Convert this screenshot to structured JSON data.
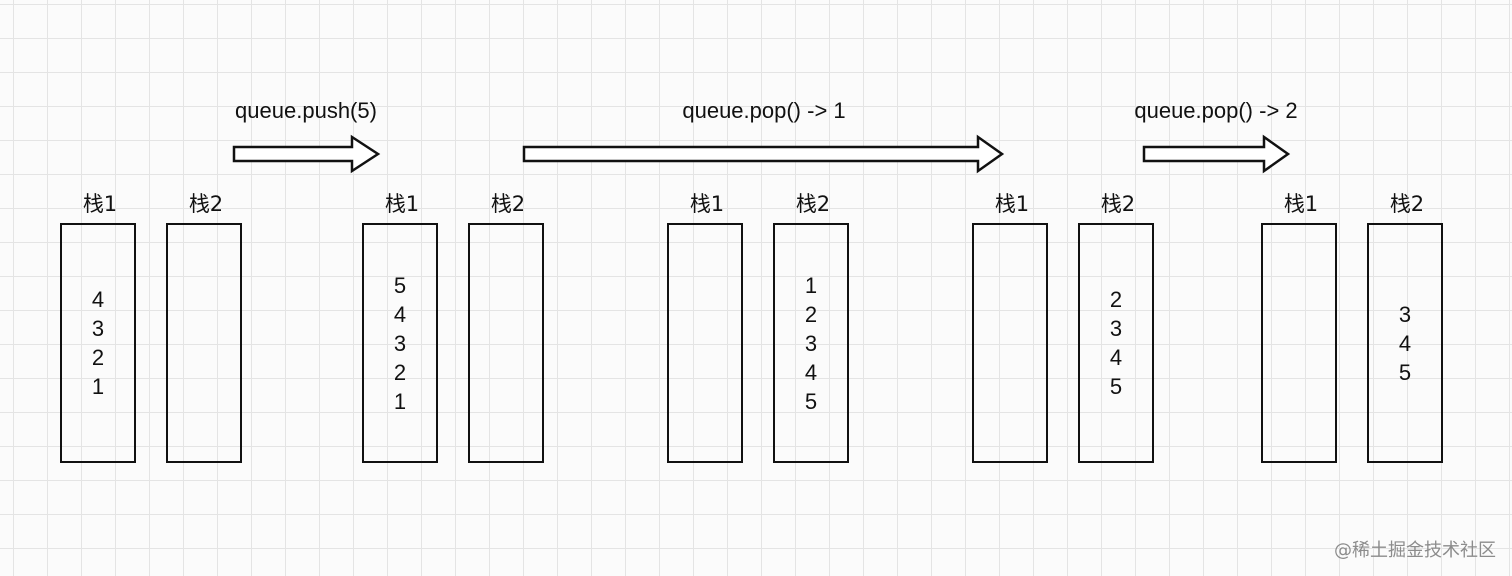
{
  "operations": [
    {
      "label": "queue.push(5)"
    },
    {
      "label": "queue.pop() -> 1"
    },
    {
      "label": "queue.pop() -> 2"
    }
  ],
  "states": [
    {
      "stack1": {
        "label": "栈1",
        "items": [
          "4",
          "3",
          "2",
          "1"
        ]
      },
      "stack2": {
        "label": "栈2",
        "items": []
      }
    },
    {
      "stack1": {
        "label": "栈1",
        "items": [
          "5",
          "4",
          "3",
          "2",
          "1"
        ]
      },
      "stack2": {
        "label": "栈2",
        "items": []
      }
    },
    {
      "stack1": {
        "label": "栈1",
        "items": []
      },
      "stack2": {
        "label": "栈2",
        "items": [
          "1",
          "2",
          "3",
          "4",
          "5"
        ]
      }
    },
    {
      "stack1": {
        "label": "栈1",
        "items": []
      },
      "stack2": {
        "label": "栈2",
        "items": [
          "2",
          "3",
          "4",
          "5"
        ]
      }
    },
    {
      "stack1": {
        "label": "栈1",
        "items": []
      },
      "stack2": {
        "label": "栈2",
        "items": [
          "3",
          "4",
          "5"
        ]
      }
    }
  ],
  "watermark": "@稀土掘金技术社区",
  "colors": {
    "stroke": "#111111",
    "grid": "#e4e4e4",
    "background": "#fbfbfb",
    "watermark": "#8c8c8c"
  }
}
